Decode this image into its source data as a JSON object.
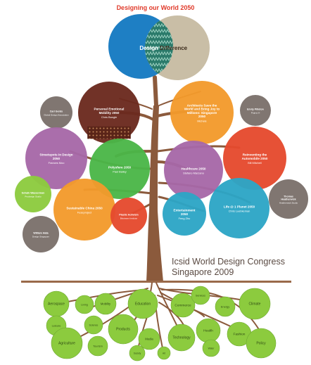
{
  "title": "Designing our World 2050",
  "header": {
    "left": "Design",
    "right": "Difference"
  },
  "congress": {
    "line1": "Icsid World Design Congress",
    "line2": "Singapore 2009"
  },
  "colors": {
    "title": "#e03a2a",
    "blue": "#1e7fc4",
    "beige": "#c9bea6",
    "brown": "#6b2a1e",
    "orange": "#f39a2c",
    "red": "#e54a2e",
    "purple": "#a768a8",
    "green": "#4bb648",
    "teal": "#2da6c6",
    "gray": "#7b706b",
    "lime": "#8ccb3e",
    "trunk": "#8b5a3c",
    "ground": "#9a6a4a"
  },
  "bubbles": [
    {
      "key": "personal",
      "title": "Personal Emotional Mobility 2050",
      "name": "Chris Bangle",
      "color": "brown",
      "pattern": true
    },
    {
      "key": "architects",
      "title": "Architects Save the World and Bring Joy to Millions: Singapore 2050",
      "name": "Michele",
      "color": "orange"
    },
    {
      "key": "carl",
      "title": "Carl Gerds",
      "name": "Global Design Association",
      "color": "gray"
    },
    {
      "key": "emily",
      "title": "Emily Pilloton",
      "name": "Project H",
      "color": "gray"
    },
    {
      "key": "streetspots",
      "title": "Streetspots in Design 2050",
      "name": "Frances Moo",
      "color": "purple"
    },
    {
      "key": "polysfere",
      "title": "Polysfere 2050",
      "name": "Paul Bailey",
      "color": "green"
    },
    {
      "key": "healthcare",
      "title": "Healthcare 2050",
      "name": "Stefano Marzano",
      "color": "purple"
    },
    {
      "key": "reinventing",
      "title": "Reinventing the Automobile 2050",
      "name": "Bill Mitchell",
      "color": "red"
    },
    {
      "key": "schalk",
      "title": "Schalk Wasserman",
      "name": "Prodesign Studio",
      "color": "lime"
    },
    {
      "key": "sustainable",
      "title": "Sustainable China 2050",
      "name": "Fuseproject",
      "color": "orange"
    },
    {
      "key": "plastic",
      "title": "Plastic Activism",
      "name": "Bitstream Institute",
      "color": "red"
    },
    {
      "key": "entertainment",
      "title": "Entertainment 2050",
      "name": "Feng Zhu",
      "color": "teal"
    },
    {
      "key": "life",
      "title": "Life @ 1 Planet 2050",
      "name": "Chris Luebkeman",
      "color": "teal"
    },
    {
      "key": "thomas",
      "title": "Thomas Heatherwick",
      "name": "Heatherwick Studio",
      "color": "gray"
    },
    {
      "key": "william",
      "title": "William Hata",
      "name": "Design Singapore",
      "color": "gray"
    }
  ],
  "roots": [
    {
      "label": "Aerospace"
    },
    {
      "label": "Living"
    },
    {
      "label": "Mobility"
    },
    {
      "label": "Education"
    },
    {
      "label": "Commerce"
    },
    {
      "label": "Services"
    },
    {
      "label": "Energy"
    },
    {
      "label": "Climate"
    },
    {
      "label": "Leisure"
    },
    {
      "label": "Agriculture"
    },
    {
      "label": "Science"
    },
    {
      "label": "Products"
    },
    {
      "label": "Media"
    },
    {
      "label": "Technology"
    },
    {
      "label": "Health"
    },
    {
      "label": "Fashion"
    },
    {
      "label": "Tourism"
    },
    {
      "label": "Society"
    },
    {
      "label": "Art"
    },
    {
      "label": "Policy"
    },
    {
      "label": "Water"
    }
  ]
}
